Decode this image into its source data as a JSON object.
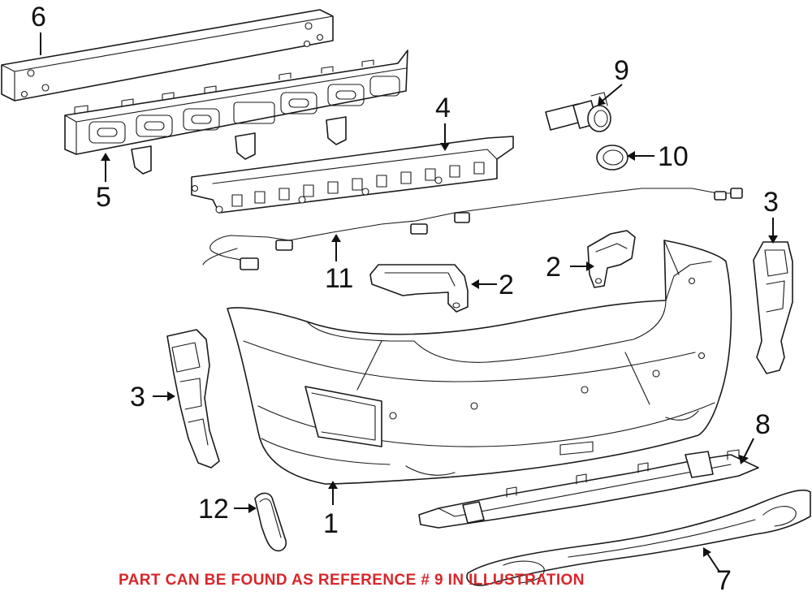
{
  "callouts": {
    "c6": "6",
    "c5": "5",
    "c4": "4",
    "c9": "9",
    "c10": "10",
    "c11": "11",
    "c2a": "2",
    "c2b": "2",
    "c3a": "3",
    "c3b": "3",
    "c8": "8",
    "c12": "12",
    "c1": "1",
    "c7": "7"
  },
  "note": "PART CAN BE FOUND AS REFERENCE # 9 IN ILLUSTRATION",
  "colors": {
    "note": "#d8262b",
    "line": "#1a1a1a"
  }
}
